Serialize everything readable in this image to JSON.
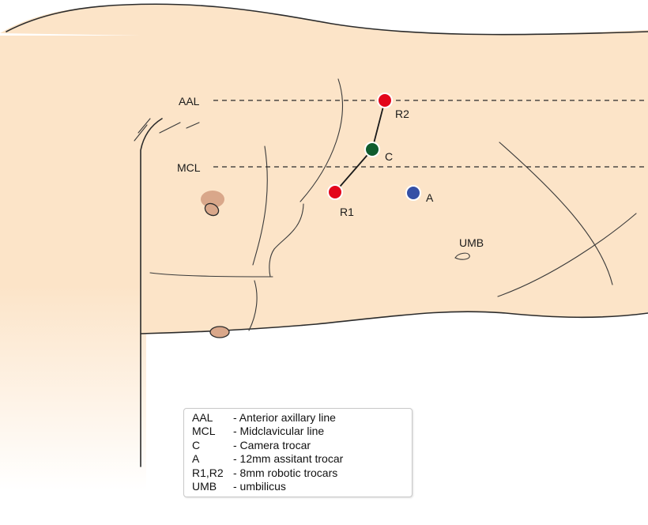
{
  "lines": {
    "aal": "AAL",
    "mcl": "MCL"
  },
  "ports": [
    {
      "id": "r2",
      "label": "R2",
      "color": "#e3061b"
    },
    {
      "id": "c",
      "label": "C",
      "color": "#0f5c2e"
    },
    {
      "id": "r1",
      "label": "R1",
      "color": "#e3061b"
    },
    {
      "id": "a",
      "label": "A",
      "color": "#3550a6"
    }
  ],
  "landmarks": {
    "umb": "UMB"
  },
  "colors": {
    "skin": "#fce4c8",
    "nipple": "#d9a78a",
    "outline": "#2b2b2b"
  },
  "legend": [
    {
      "key": "AAL",
      "desc": "- Anterior axillary line"
    },
    {
      "key": "MCL",
      "desc": "- Midclavicular line"
    },
    {
      "key": "C",
      "desc": "- Camera trocar"
    },
    {
      "key": "A",
      "desc": "- 12mm assitant trocar"
    },
    {
      "key": "R1,R2",
      "desc": "- 8mm robotic trocars"
    },
    {
      "key": "UMB",
      "desc": "- umbilicus"
    }
  ]
}
